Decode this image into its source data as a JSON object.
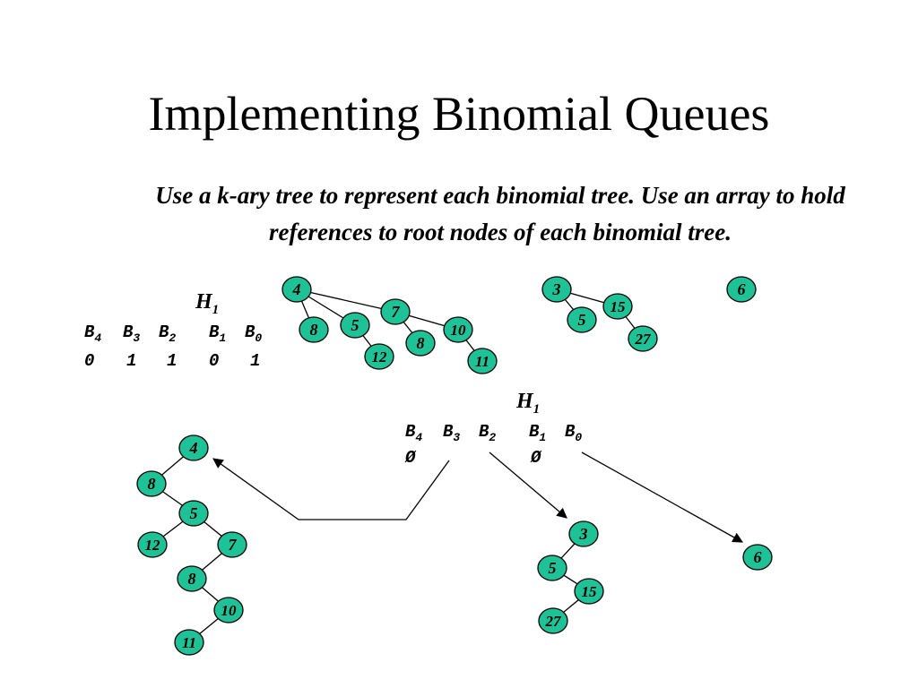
{
  "slide": {
    "title": "Implementing Binomial Queues",
    "subtitle": "Use a k-ary tree to represent each binomial tree.  Use an array to hold references to root nodes of each binomial tree."
  },
  "colors": {
    "node_fill": "#1FC296",
    "node_stroke": "#000000",
    "line": "#000000"
  },
  "queue_top": {
    "label": "H",
    "label_sub": "1",
    "slots": [
      {
        "label": "B",
        "sub": "4",
        "value": "0"
      },
      {
        "label": "B",
        "sub": "3",
        "value": "1"
      },
      {
        "label": "B",
        "sub": "2",
        "value": "1"
      },
      {
        "label": "B",
        "sub": "1",
        "value": "0"
      },
      {
        "label": "B",
        "sub": "0",
        "value": "1"
      }
    ]
  },
  "queue_bottom": {
    "label": "H",
    "label_sub": "1",
    "slots": [
      {
        "label": "B",
        "sub": "4",
        "value": "Ø"
      },
      {
        "label": "B",
        "sub": "3",
        "value": ""
      },
      {
        "label": "B",
        "sub": "2",
        "value": ""
      },
      {
        "label": "B",
        "sub": "1",
        "value": "Ø"
      },
      {
        "label": "B",
        "sub": "0",
        "value": ""
      }
    ]
  },
  "trees_top": [
    {
      "name": "B3",
      "nodes": [
        "4",
        "8",
        "5",
        "12",
        "7",
        "8",
        "10",
        "11"
      ]
    },
    {
      "name": "B2",
      "nodes": [
        "3",
        "5",
        "15",
        "27"
      ]
    },
    {
      "name": "B0",
      "nodes": [
        "6"
      ]
    }
  ],
  "trees_bottom": [
    {
      "name": "B3-kary",
      "nodes": [
        "4",
        "8",
        "5",
        "12",
        "7",
        "8",
        "10",
        "11"
      ]
    },
    {
      "name": "B2-kary",
      "nodes": [
        "3",
        "5",
        "15",
        "27"
      ]
    },
    {
      "name": "B0-kary",
      "nodes": [
        "6"
      ]
    }
  ]
}
